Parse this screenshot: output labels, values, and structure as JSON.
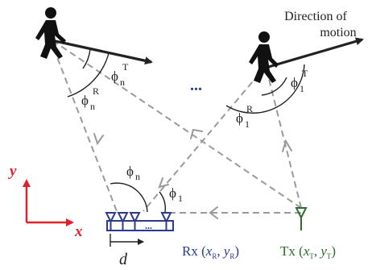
{
  "figure": {
    "direction_label_line1": "Direction of",
    "direction_label_line2": "motion",
    "ellipsis": "...",
    "rx_ellipsis": "...",
    "phi_symbol": "ϕ",
    "angle_labels": {
      "n_T": {
        "sub": "n",
        "sup": "T"
      },
      "n_R": {
        "sub": "n",
        "sup": "R"
      },
      "one_T": {
        "sub": "1",
        "sup": "T"
      },
      "one_R": {
        "sub": "1",
        "sup": "R"
      },
      "n": {
        "sub": "n"
      },
      "one": {
        "sub": "1"
      }
    },
    "axes": {
      "y": "y",
      "x": "x"
    },
    "spacing_label": "d",
    "rx": {
      "name": "Rx",
      "x": "x",
      "x_sub": "R",
      "y": "y",
      "y_sub": "R"
    },
    "tx": {
      "name": "Tx",
      "x": "x",
      "x_sub": "T",
      "y": "y",
      "y_sub": "T"
    },
    "colors": {
      "rx": "#2b3a8f",
      "tx": "#2e6b2e",
      "axes": "#e0202a",
      "dashed": "#9a9a9a",
      "arrow": "#222222",
      "ellipsis": "#2b3a8f"
    }
  }
}
